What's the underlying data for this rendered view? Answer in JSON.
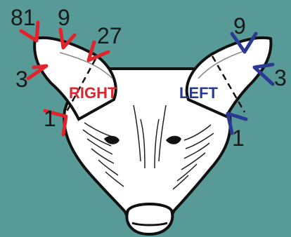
{
  "colors": {
    "background": "#579a97",
    "right_side": "#e2232b",
    "left_side": "#2a3a93",
    "outline": "#111111",
    "head_fill": "#ffffff",
    "number_text": "#1a1a1a"
  },
  "right": {
    "label": "RIGHT",
    "marks": {
      "top_left": "81",
      "top": "9",
      "top_inner": "27",
      "side": "3",
      "bottom": "1"
    }
  },
  "left": {
    "label": "LEFT",
    "marks": {
      "top": "9",
      "side": "3",
      "bottom": "1"
    }
  }
}
